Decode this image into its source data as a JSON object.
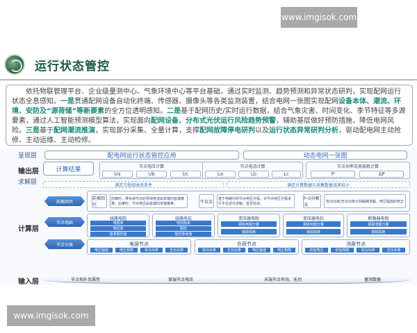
{
  "watermark": {
    "top": "www.imgisok.com",
    "bottom": "www.imgisok.com"
  },
  "header": {
    "logo": "state-grid-logo",
    "title": "运行状态管控"
  },
  "description": {
    "segments": [
      {
        "text": "依托物联管理平台、企业级量测中心、气象环境中心等平台基础，通过实时监测、趋势预测和异常状态研判，实现配网运行状态全息感知。",
        "highlight": false
      },
      {
        "text": "一是",
        "highlight": true
      },
      {
        "text": "贯通配网设备自动化终端、传感器、摄像头等各类监测装置，结合电网一张图实现配网",
        "highlight": false
      },
      {
        "text": "设备本体、潮流、环境、安防及“源荷储”等新要素",
        "highlight": true
      },
      {
        "text": "的全方位透明感知。",
        "highlight": false
      },
      {
        "text": "二是",
        "highlight": true
      },
      {
        "text": "基于配网历史/实时运行数据，结合气象灾害、时间变化、季节特征等多源要素，通过人工智能预测模型算法，实现面向",
        "highlight": false
      },
      {
        "text": "配网设备、分布式光伏运行风险趋势预警",
        "highlight": true
      },
      {
        "text": "，辅助基层做好预防措施，降低电网风险。",
        "highlight": false
      },
      {
        "text": "三是",
        "highlight": true
      },
      {
        "text": "基于",
        "highlight": false
      },
      {
        "text": "配网潮流推演",
        "highlight": true
      },
      {
        "text": "，实现部分采集、全量计算，支撑",
        "highlight": false
      },
      {
        "text": "配网故障停电研判",
        "highlight": true
      },
      {
        "text": "以及",
        "highlight": false
      },
      {
        "text": "运行状态异常研判分析",
        "highlight": true
      },
      {
        "text": "，驱动配电网主动抢修、主动运维、主动检修。",
        "highlight": false
      }
    ]
  },
  "diagram": {
    "layers": {
      "presentation": "呈现层",
      "output": "输出层",
      "solve": "求解层",
      "compute": "计算层",
      "input": "输入层"
    },
    "presentation": {
      "app": "配电网运行状态管控应用",
      "map": "动态电网一张图"
    },
    "output": {
      "result": "计算结果",
      "voltage": {
        "title": "节点电压计算",
        "items": [
          "Ua",
          "Ub",
          "Uc"
        ]
      },
      "current": {
        "title": "节点电流计算",
        "items": [
          "La",
          "Lb",
          "Lc"
        ]
      },
      "power": {
        "title": "节点功率及其损耗计算",
        "items": [
          "P",
          "ΔP"
        ]
      }
    },
    "solve": {
      "left": "满足方程组收敛条件",
      "right": "满足计算数据与采集数据误差较小"
    },
    "compute": {
      "arrows": [
        "前推回代",
        "节点电纳",
        "节点分类"
      ],
      "methods": [
        {
          "name": "前推回代",
          "desc": "前推时，带负荷节点的导纳电流由末端向首端推算，后推时，节点电压由首端向末端推算。"
        },
        {
          "name": "牛拉法",
          "desc": "基于电路中的节点电压方程，对节点电压方程进行牛拉迭代求解，直至收敛。"
        },
        {
          "name": "P-Q分解法",
          "desc": "有功功率/无功功率分别解耦求解，电压幅值的修正"
        }
      ],
      "components": [
        {
          "title": "线路电阻",
          "items": [
            "电阻率",
            "电抗率",
            "基准阻抗值"
          ]
        },
        {
          "title": "线路电抗",
          "items": [
            "电抗阻率",
            "阻抗",
            "阻抗参考值"
          ]
        },
        {
          "title": "变压器电阻",
          "items": [
            "铜损电阻分量",
            "铜损损耗"
          ]
        },
        {
          "title": "变压器电抗",
          "items": [
            "铜损电阻分量",
            "铜损损耗"
          ]
        },
        {
          "title": "断路器电阻",
          "items": [
            "铜损电阻分量",
            "铜损损耗"
          ]
        }
      ],
      "nodes": [
        {
          "title": "电源节点",
          "items": [
            "电压幅值",
            "电压相角",
            "有功功率",
            "无功功率"
          ]
        },
        {
          "title": "负荷节点",
          "items": [
            "有功功率",
            "无功功率",
            "电压幅值",
            "电压相角"
          ]
        },
        {
          "title": "汤渠节点",
          "items": [
            "初始电压",
            "初始相角",
            "有功功率",
            "无功功率"
          ]
        }
      ]
    },
    "input": [
      "节点拓扑及属性",
      "首端节点电压",
      "末端节点有功、无功",
      "量测数据"
    ]
  }
}
